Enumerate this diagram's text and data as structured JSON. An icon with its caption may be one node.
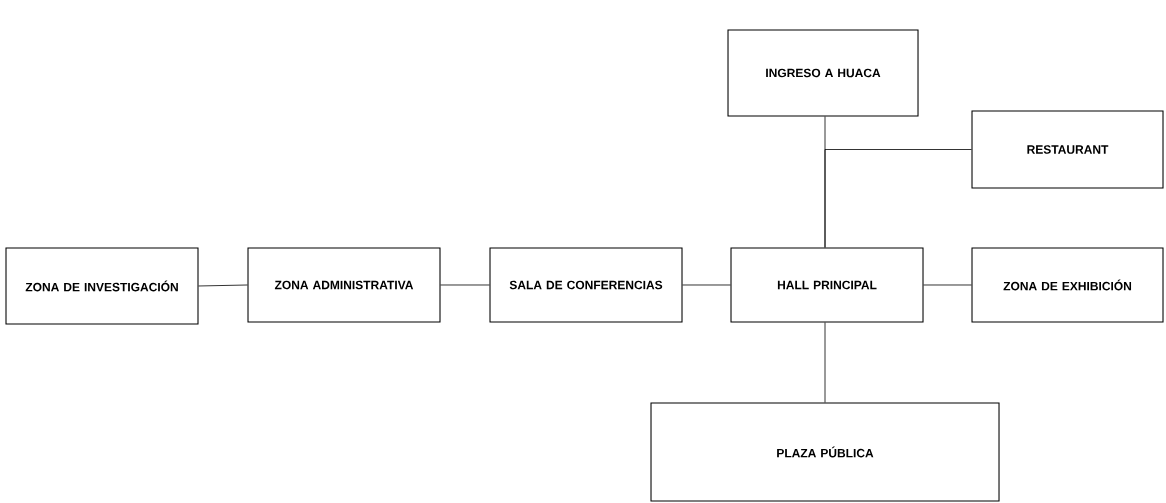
{
  "diagram": {
    "nodes": [
      {
        "text": [
          "INGRESO A HUACA"
        ]
      },
      {
        "text": [
          "RESTAURANT"
        ]
      },
      {
        "text": [
          "ZONA DE INVESTIGACIÓN"
        ]
      },
      {
        "text": [
          "ZONA ADMINISTRATIVA"
        ]
      },
      {
        "text": [
          "SALA DE CONFERENCIAS"
        ]
      },
      {
        "text": [
          "HALL PRINCIPAL"
        ]
      },
      {
        "text": [
          "ZONA DE EXHIBICIÓN"
        ]
      },
      {
        "text": [
          "PLAZA PÚBLICA"
        ]
      }
    ],
    "edges": [
      {
        "from": 0,
        "to": 5,
        "arrow": "none"
      },
      {
        "from": 1,
        "to": 5,
        "arrow": "none"
      },
      {
        "from": 2,
        "to": 3,
        "arrow": "none"
      },
      {
        "from": 3,
        "to": 4,
        "arrow": "none"
      },
      {
        "from": 4,
        "to": 5,
        "arrow": "none"
      },
      {
        "from": 5,
        "to": 6,
        "arrow": "none"
      },
      {
        "from": 5,
        "to": 7,
        "arrow": "none"
      }
    ]
  }
}
